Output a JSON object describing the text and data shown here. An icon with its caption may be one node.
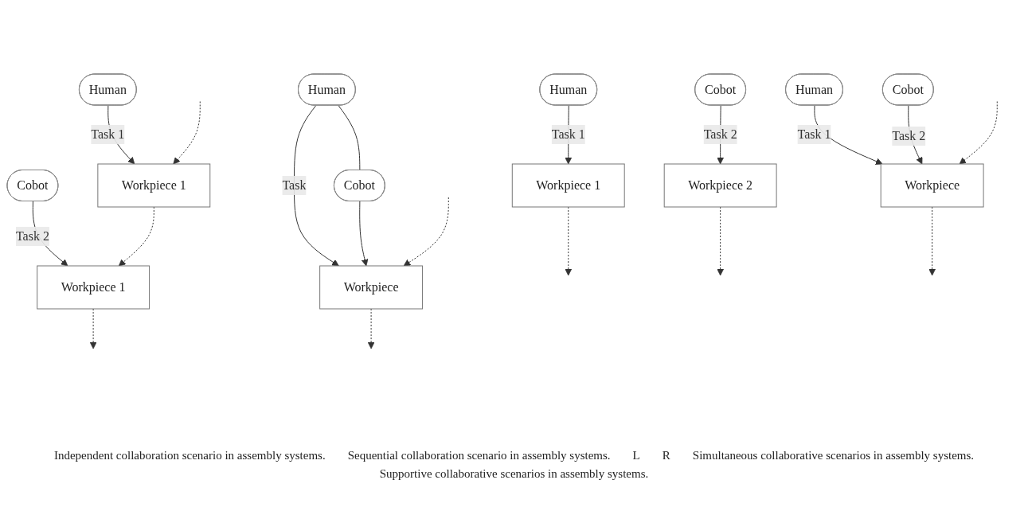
{
  "diagram": {
    "nodes": [
      {
        "text": [
          "Human"
        ]
      },
      {
        "text": [
          "Cobot"
        ]
      },
      {
        "text": [
          "Workpiece 1"
        ]
      },
      {
        "text": [
          "Workpiece 2"
        ]
      },
      {
        "text": [
          "Human"
        ]
      },
      {
        "text": [
          "Cobot"
        ]
      },
      {
        "text": [
          "Workpiece 1"
        ]
      },
      {
        "text": [
          "Workpiece 1"
        ]
      },
      {
        "text": [
          "Human"
        ]
      },
      {
        "text": [
          "Cobot"
        ]
      },
      {
        "text": [
          "Workpiece"
        ]
      },
      {
        "text": [
          "Human"
        ]
      },
      {
        "text": [
          "Cobot"
        ]
      },
      {
        "text": [
          "Workpiece"
        ]
      }
    ],
    "edges": [
      {
        "from": 0,
        "to": 2,
        "arrow": "to",
        "label": "Task 1"
      },
      {
        "from": 1,
        "to": 3,
        "arrow": "to",
        "label": "Task 2"
      },
      {
        "from": 2,
        "to": null,
        "arrow": "to",
        "style": "dashed"
      },
      {
        "from": 3,
        "to": null,
        "arrow": "to",
        "style": "dashed"
      },
      {
        "from": 4,
        "to": 6,
        "arrow": "to",
        "label": "Task 1"
      },
      {
        "from": 5,
        "to": 7,
        "arrow": "to",
        "label": "Task 2"
      },
      {
        "from": null,
        "to": 6,
        "arrow": "to",
        "style": "dashed"
      },
      {
        "from": 6,
        "to": 7,
        "arrow": "to",
        "style": "dashed"
      },
      {
        "from": 7,
        "to": null,
        "arrow": "to",
        "style": "dashed"
      },
      {
        "from": 8,
        "to": 10,
        "arrow": "to",
        "label": "Task 1"
      },
      {
        "from": 9,
        "to": 10,
        "arrow": "to",
        "label": "Task 2"
      },
      {
        "from": null,
        "to": 10,
        "arrow": "to",
        "style": "dashed"
      },
      {
        "from": 10,
        "to": null,
        "arrow": "to",
        "style": "dashed"
      },
      {
        "from": 11,
        "to": 12,
        "arrow": "none"
      },
      {
        "from": 11,
        "to": 13,
        "arrow": "to",
        "label": "Task"
      },
      {
        "from": 12,
        "to": 13,
        "arrow": "to"
      },
      {
        "from": null,
        "to": 13,
        "arrow": "to",
        "style": "dashed"
      },
      {
        "from": 13,
        "to": null,
        "arrow": "to",
        "style": "dashed"
      }
    ],
    "labels": [
      "Independent collaboration scenario in assembly systems.",
      "Sequential collaboration scenario in assembly systems.",
      "L",
      "R",
      "Simultaneous collaborative scenarios in assembly systems.",
      "Supportive collaborative scenarios in assembly systems."
    ]
  }
}
